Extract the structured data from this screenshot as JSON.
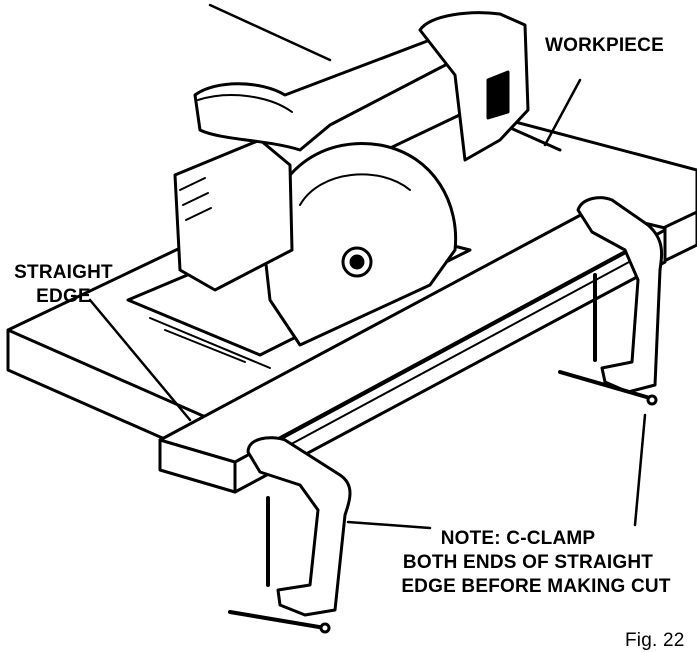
{
  "labels": {
    "workpiece": "WORKPIECE",
    "straight_edge": [
      "STRAIGHT",
      "EDGE"
    ],
    "note": [
      "NOTE: C-CLAMP",
      "BOTH ENDS OF STRAIGHT",
      "EDGE BEFORE MAKING CUT"
    ],
    "figure": "Fig. 22"
  },
  "colors": {
    "ink": "#000000",
    "paper": "#ffffff"
  }
}
